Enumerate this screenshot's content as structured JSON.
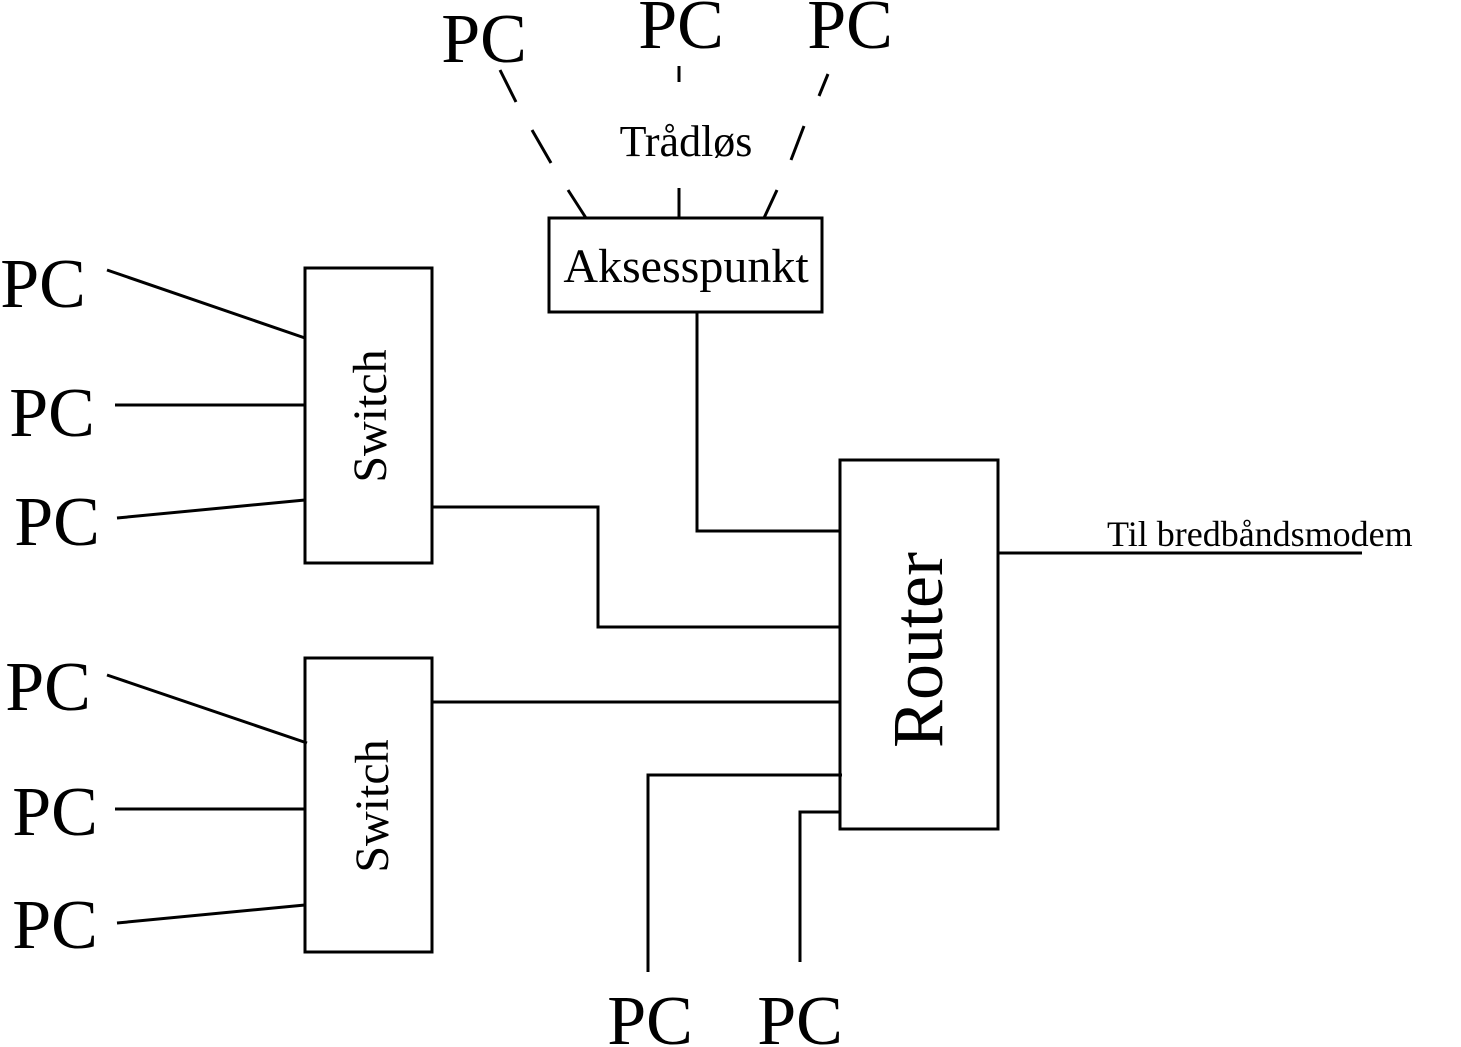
{
  "diagram": {
    "pc_label": "PC",
    "switch_label": "Switch",
    "router_label": "Router",
    "access_point_label": "Aksesspunkt",
    "wireless_label": "Trådløs",
    "modem_label": "Til bredbåndsmodem",
    "colors": {
      "line": "#000000",
      "background": "#ffffff"
    }
  }
}
